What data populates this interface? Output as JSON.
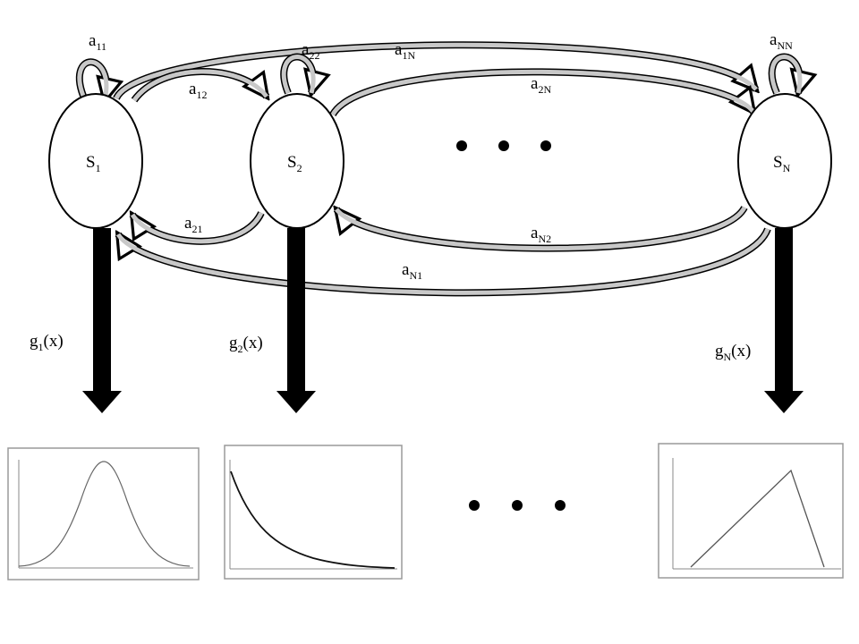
{
  "states": [
    {
      "id": "s1",
      "base": "S",
      "sub": "1"
    },
    {
      "id": "s2",
      "base": "S",
      "sub": "2"
    },
    {
      "id": "sn",
      "base": "S",
      "sub": "N"
    }
  ],
  "transitions": {
    "a11": {
      "base": "a",
      "sub": "11"
    },
    "a22": {
      "base": "a",
      "sub": "22"
    },
    "ann": {
      "base": "a",
      "sub": "NN"
    },
    "a12": {
      "base": "a",
      "sub": "12"
    },
    "a21": {
      "base": "a",
      "sub": "21"
    },
    "a1n": {
      "base": "a",
      "sub": "1N"
    },
    "a2n": {
      "base": "a",
      "sub": "2N"
    },
    "an2": {
      "base": "a",
      "sub": "N2"
    },
    "an1": {
      "base": "a",
      "sub": "N1"
    }
  },
  "emissions": {
    "g1": {
      "base": "g",
      "sub": "1",
      "arg": "(x)"
    },
    "g2": {
      "base": "g",
      "sub": "2",
      "arg": "(x)"
    },
    "gn": {
      "base": "g",
      "sub": "N",
      "arg": "(x)"
    }
  },
  "distributions": [
    {
      "name": "gaussian",
      "shape": "bell-curve"
    },
    {
      "name": "exponential",
      "shape": "decay-curve"
    },
    {
      "name": "triangular",
      "shape": "triangle"
    }
  ],
  "colors": {
    "arrow_fill": "#c8c8c8",
    "stroke": "#000000",
    "plot_border": "#9a9a9a"
  }
}
